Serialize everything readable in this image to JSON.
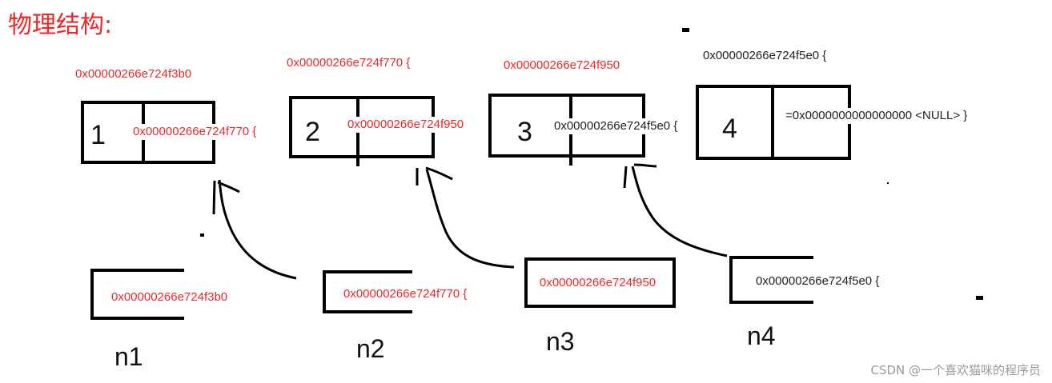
{
  "title": "物理结构:",
  "nodes": [
    {
      "value": "1",
      "address_above": "0x00000266e724f3b0",
      "next_field": "0x00000266e724f770 {"
    },
    {
      "value": "2",
      "address_above": "0x00000266e724f770 {",
      "next_field": "0x00000266e724f950"
    },
    {
      "value": "3",
      "address_above": "0x00000266e724f950",
      "next_field": "0x00000266e724f5e0 {"
    },
    {
      "value": "4",
      "address_above": "0x00000266e724f5e0 {",
      "next_field": "=0x0000000000000000 <NULL> }"
    }
  ],
  "pointers": [
    {
      "name": "n1",
      "value": "0x00000266e724f3b0"
    },
    {
      "name": "n2",
      "value": "0x00000266e724f770 {"
    },
    {
      "name": "n3",
      "value": "0x00000266e724f950"
    },
    {
      "name": "n4",
      "value": "0x00000266e724f5e0 {"
    }
  ],
  "watermark": "CSDN @一个喜欢猫咪的程序员",
  "colors": {
    "address_red": "#e8282a",
    "ink": "#000000"
  }
}
